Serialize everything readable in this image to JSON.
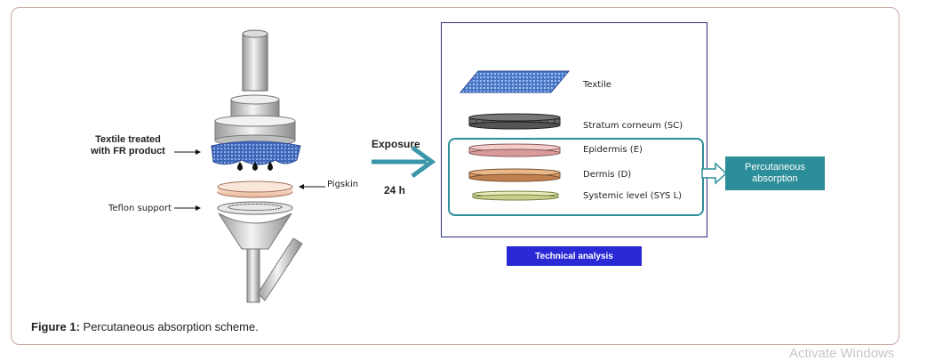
{
  "figure": {
    "caption_label": "Figure 1:",
    "caption_text": " Percutaneous absorption scheme."
  },
  "apparatus": {
    "textile_label_line1": "Textile treated",
    "textile_label_line2": "with FR product",
    "pigskin_label": "Pigskin",
    "teflon_label": "Teflon support"
  },
  "exposure": {
    "label": "Exposure",
    "duration": "24 h"
  },
  "layers": [
    {
      "label": "Textile",
      "color": "#4a78c8"
    },
    {
      "label": "Stratum corneum (SC)",
      "color": "#4a4a4a"
    },
    {
      "label": "Epidermis (E)",
      "color": "#e8b4b4"
    },
    {
      "label": "Dermis (D)",
      "color": "#d9a070"
    },
    {
      "label": "Systemic level (SYS L)",
      "color": "#d8e0a8"
    }
  ],
  "technical_analysis": "Technical analysis",
  "percutaneous_absorption": {
    "line1": "Percutaneous",
    "line2": "absorption"
  },
  "colors": {
    "teal": "#2c8e99",
    "panel_border": "#2b2f80",
    "banner": "#2929d6"
  },
  "watermark": "Activate Windows"
}
